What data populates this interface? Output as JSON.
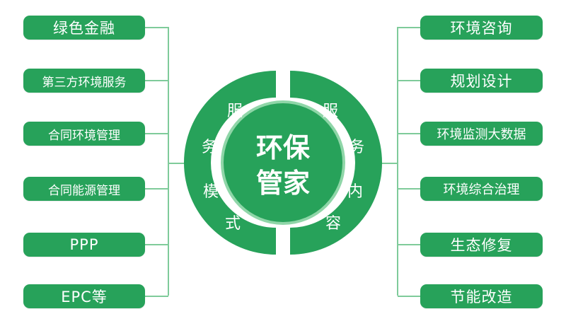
{
  "center": {
    "line1": "环保",
    "line2": "管家"
  },
  "left_arc": [
    "服",
    "务",
    "模",
    "式"
  ],
  "right_arc": [
    "服",
    "务",
    "内",
    "容"
  ],
  "left_items": [
    "绿色金融",
    "第三方环境服务",
    "合同环境管理",
    "合同能源管理",
    "PPP",
    "EPC等"
  ],
  "right_items": [
    "环境咨询",
    "规划设计",
    "环境监测大数据",
    "环境综合治理",
    "生态修复",
    "节能改造"
  ],
  "colors": {
    "primary_green": "#27a25a",
    "connector": "#7fcb9a",
    "inner_ring": "#8fd6a8"
  }
}
